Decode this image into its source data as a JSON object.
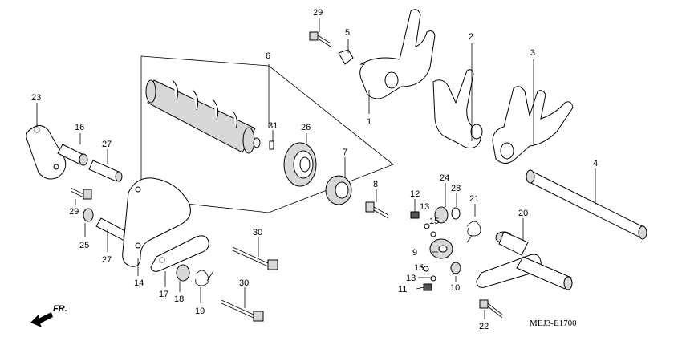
{
  "diagram": {
    "code": "MEJ3-E1700",
    "front_label": "FR.",
    "callouts": [
      "1",
      "2",
      "3",
      "4",
      "5",
      "6",
      "7",
      "8",
      "9",
      "10",
      "11",
      "12",
      "13",
      "13",
      "14",
      "15",
      "15",
      "16",
      "17",
      "18",
      "19",
      "20",
      "21",
      "22",
      "23",
      "24",
      "25",
      "26",
      "27",
      "27",
      "28",
      "29",
      "29",
      "30",
      "30",
      "31"
    ]
  }
}
